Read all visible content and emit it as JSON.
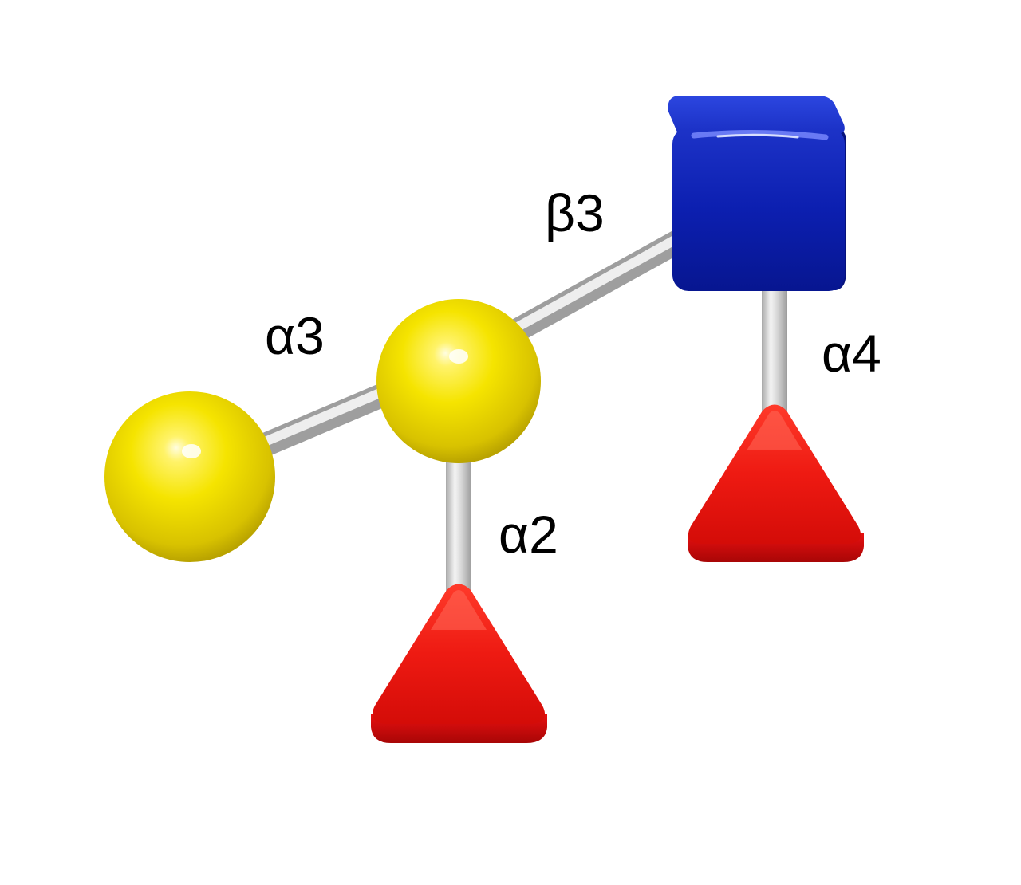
{
  "background": "#ffffff",
  "colors": {
    "galactose": "#f2e600",
    "glcnac": "#0b1fae",
    "fucose": "#e81010",
    "bond": "#d8d8d8"
  },
  "glycan": {
    "residues": [
      {
        "id": "gal-terminal",
        "shape": "sphere",
        "color": "yellow"
      },
      {
        "id": "gal-core",
        "shape": "sphere",
        "color": "yellow"
      },
      {
        "id": "glcnac",
        "shape": "cube",
        "color": "blue"
      },
      {
        "id": "fuc-a2",
        "shape": "triangle",
        "color": "red"
      },
      {
        "id": "fuc-a4",
        "shape": "triangle",
        "color": "red"
      }
    ],
    "linkages": [
      {
        "from": "gal-terminal",
        "to": "gal-core",
        "label": "α3"
      },
      {
        "from": "gal-core",
        "to": "glcnac",
        "label": "β3"
      },
      {
        "from": "fuc-a2",
        "to": "gal-core",
        "label": "α2"
      },
      {
        "from": "fuc-a4",
        "to": "glcnac",
        "label": "α4"
      }
    ]
  }
}
